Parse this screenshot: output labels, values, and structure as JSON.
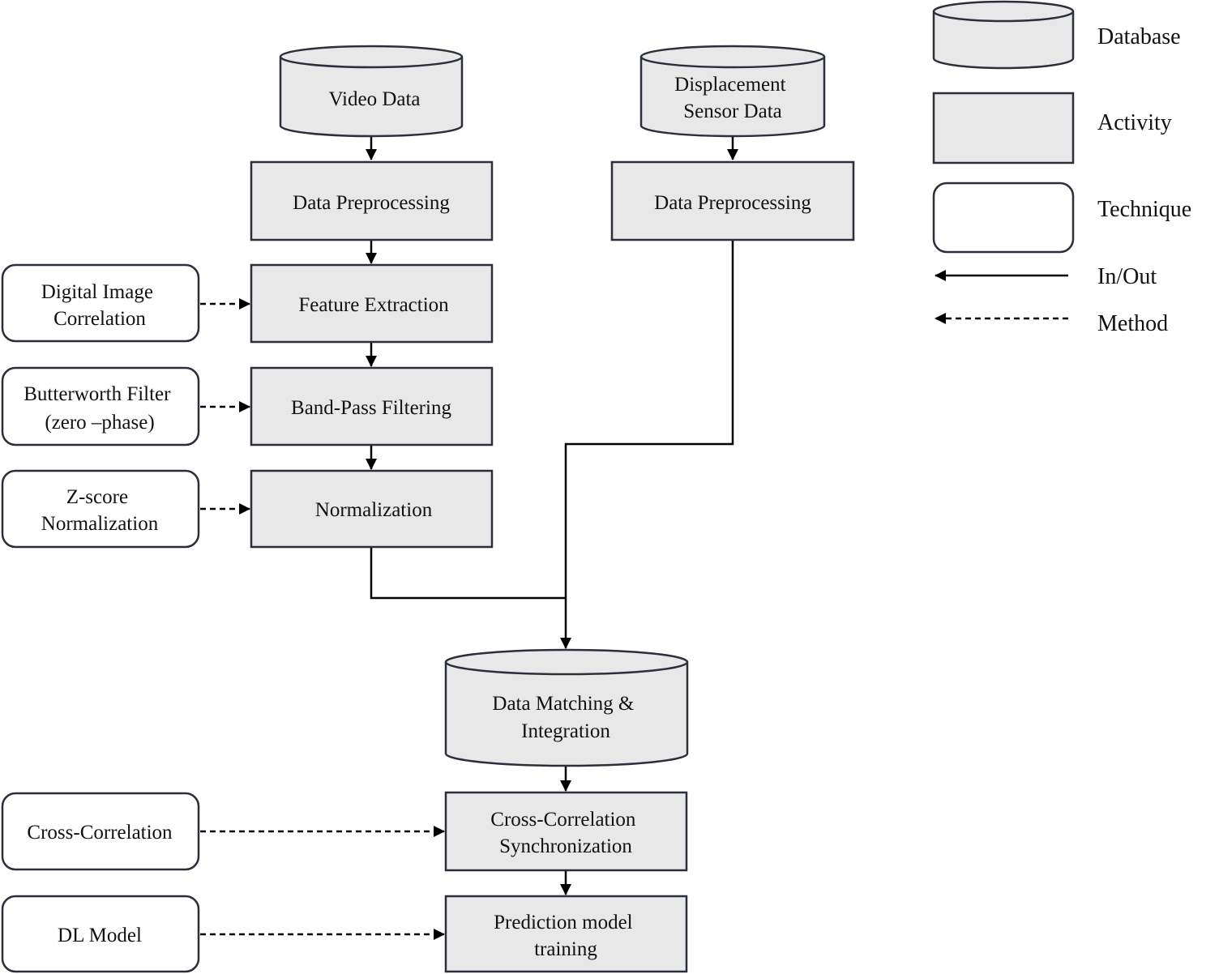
{
  "nodes": {
    "video_data": [
      "Video Data"
    ],
    "displacement_sensor_data": [
      "Displacement",
      "Sensor Data"
    ],
    "data_preprocessing_video": [
      "Data Preprocessing"
    ],
    "data_preprocessing_sensor": [
      "Data Preprocessing"
    ],
    "feature_extraction": [
      "Feature Extraction"
    ],
    "band_pass_filtering": [
      "Band-Pass Filtering"
    ],
    "normalization": [
      "Normalization"
    ],
    "data_matching": [
      "Data Matching &",
      "Integration"
    ],
    "cross_correlation_sync": [
      "Cross-Correlation",
      "Synchronization"
    ],
    "prediction_training": [
      "Prediction model",
      "training"
    ],
    "digital_image_correlation": [
      "Digital Image",
      "Correlation"
    ],
    "butterworth_filter": [
      "Butterworth Filter",
      "(zero –phase)"
    ],
    "z_score": [
      "Z-score",
      "Normalization"
    ],
    "cross_correlation": [
      "Cross-Correlation"
    ],
    "dl_model": [
      "DL Model"
    ]
  },
  "legend": {
    "database": "Database",
    "activity": "Activity",
    "technique": "Technique",
    "in_out": "In/Out",
    "method": "Method"
  },
  "colors": {
    "activity_fill": "#e8e8e8",
    "technique_fill": "#ffffff",
    "border": "#2a2f3a",
    "arrow": "#000000"
  }
}
